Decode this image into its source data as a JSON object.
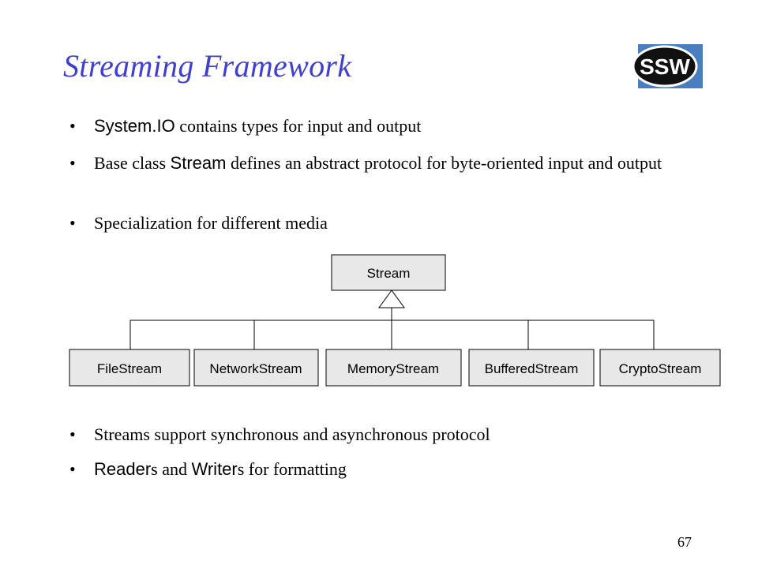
{
  "slide": {
    "title": "Streaming Framework",
    "page_number": "67",
    "logo_text": "SSW",
    "colors": {
      "title": "#4040cc",
      "box_fill": "#e8e8e8",
      "logo_bg": "#4a7fbf"
    }
  },
  "bullets_top": [
    {
      "parts": [
        {
          "text": "System.IO",
          "mono": true
        },
        {
          "text": " contains types for input and output",
          "mono": false
        }
      ]
    },
    {
      "parts": [
        {
          "text": "Base class ",
          "mono": false
        },
        {
          "text": "Stream",
          "mono": true
        },
        {
          "text": " defines an abstract protocol for byte-oriented input and output",
          "mono": false
        }
      ]
    },
    {
      "parts": [
        {
          "text": "Specialization for different media",
          "mono": false
        }
      ]
    }
  ],
  "diagram": {
    "base": "Stream",
    "children": [
      "FileStream",
      "NetworkStream",
      "MemoryStream",
      "BufferedStream",
      "CryptoStream"
    ]
  },
  "bullets_bottom": [
    {
      "parts": [
        {
          "text": "Streams support synchronous and asynchronous protocol",
          "mono": false
        }
      ]
    },
    {
      "parts": [
        {
          "text": "Reader",
          "mono": true
        },
        {
          "text": "s and ",
          "mono": false
        },
        {
          "text": "Writer",
          "mono": true
        },
        {
          "text": "s for formatting",
          "mono": false
        }
      ]
    }
  ]
}
